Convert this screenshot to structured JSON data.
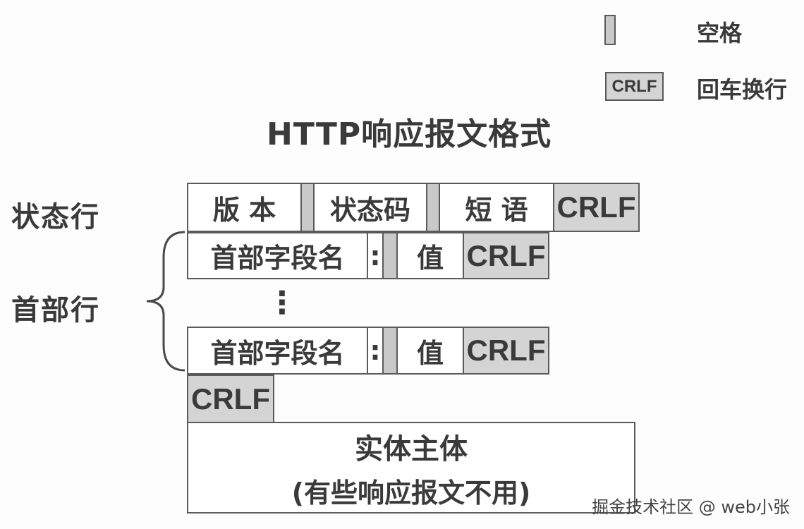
{
  "legend": {
    "space_label": "空格",
    "crlf_badge": "CRLF",
    "crlf_label": "回车换行"
  },
  "title": "HTTP响应报文格式",
  "row_labels": {
    "status_line": "状态行",
    "header_lines": "首部行"
  },
  "status_line": {
    "version": "版 本",
    "status_code": "状态码",
    "phrase": "短 语",
    "crlf": "CRLF"
  },
  "header_line": {
    "field_name": "首部字段名",
    "colon": ":",
    "value": "值",
    "crlf": "CRLF"
  },
  "ellipsis": "⋮",
  "blank_crlf": "CRLF",
  "body": {
    "title": "实体主体",
    "note": "(有些响应报文不用)"
  },
  "watermark": "掘金技术社区 @ web小张"
}
